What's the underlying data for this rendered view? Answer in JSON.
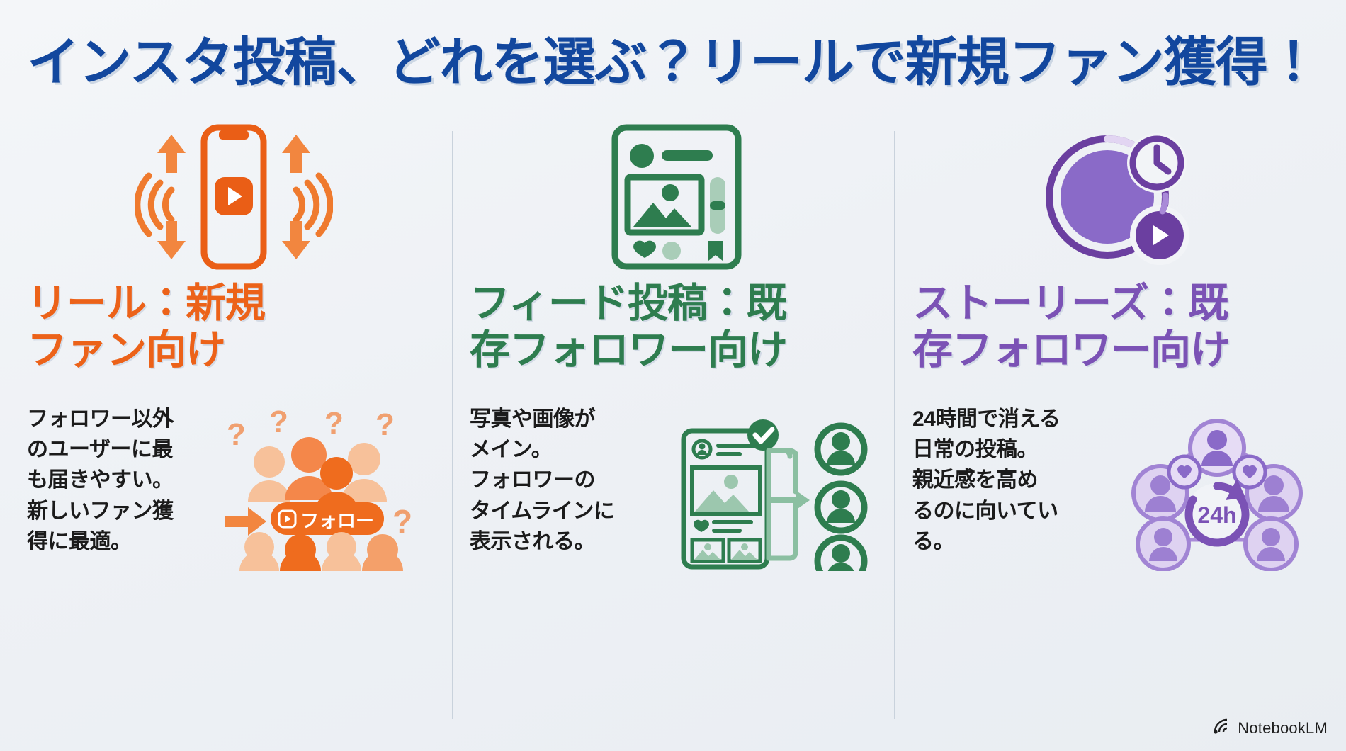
{
  "title": "インスタ投稿、どれを選ぶ？リールで新規ファン獲得！",
  "colors": {
    "title": "#12479e",
    "reel_orange": "#ec6219",
    "feed_green": "#2e7d4f",
    "story_purple": "#7b52b5",
    "background": "#eef1f5",
    "divider": "#c9d2dc"
  },
  "columns": [
    {
      "id": "reel",
      "icon_name": "phone-reel-video-icon",
      "heading_line1": "リール：新規",
      "heading_line2": "ファン向け",
      "accent": "#ec6219",
      "body_lines": [
        "フォロワー以外",
        "のユーザーに最",
        "も届きやすい。",
        "新しいファン獲",
        "得に最適。"
      ],
      "illustration_name": "crowd-follow-button-illustration",
      "illustration_label": "フォロー",
      "illustration_marks": [
        "?",
        "?",
        "?",
        "?",
        "?"
      ]
    },
    {
      "id": "feed",
      "icon_name": "feed-post-card-icon",
      "heading_line1": "フィード投稿：既",
      "heading_line2": "存フォロワー向け",
      "accent": "#2e7d4f",
      "body_lines": [
        "写真や画像が",
        "メイン。",
        "フォロワーの",
        "タイムラインに",
        "表示される。"
      ],
      "illustration_name": "post-to-followers-illustration",
      "illustration_label": "",
      "illustration_marks": []
    },
    {
      "id": "stories",
      "icon_name": "story-ring-clock-play-icon",
      "heading_line1": "ストーリーズ：既",
      "heading_line2": "存フォロワー向け",
      "accent": "#7b52b5",
      "body_lines": [
        "24時間で消える",
        "日常の投稿。",
        "親近感を高め",
        "るのに向いてい",
        "る。"
      ],
      "illustration_name": "24h-community-circle-illustration",
      "illustration_label": "24h",
      "illustration_marks": []
    }
  ],
  "footer": {
    "brand": "NotebookLM",
    "logo_name": "notebooklm-logo-icon"
  }
}
